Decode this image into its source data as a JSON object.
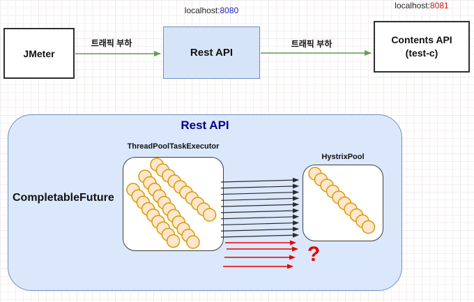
{
  "top": {
    "jmeter_label": "JMeter",
    "rest_label": "Rest API",
    "contents_label_line1": "Contents API",
    "contents_label_line2": "(test-c)",
    "rest_endpoint": {
      "host": "localhost:",
      "port": "8080"
    },
    "contents_endpoint": {
      "host": "localhost:",
      "port": "8081"
    },
    "traffic_label_1": "트래픽 부하",
    "traffic_label_2": "트래픽 부하"
  },
  "detail": {
    "container_title": "Rest API",
    "completable_label": "CompletableFuture",
    "executor_label": "ThreadPoolTaskExecutor",
    "hystrix_label": "HystrixPool",
    "question_mark": "?"
  },
  "diagram": {
    "executor_thread_chains": [
      9,
      11,
      10
    ],
    "hystrix_thread_count": 10,
    "dark_arrow_count": 10,
    "red_arrow_count": 4
  },
  "colors": {
    "node_fill_blue": "#d6e4f7",
    "node_border_blue": "#6c8ebf",
    "container_fill": "#dbe8fc",
    "container_border": "#6c8ebf",
    "plain_border": "#2e2e2e",
    "title_navy": "#00008b",
    "port_blue": "#2222cc",
    "port_red": "#cc1111",
    "green_arrow": "#60a050",
    "dark_arrow": "#2b2b2b",
    "red_arrow": "#e60000",
    "thread_fill": "#ffe6cc",
    "thread_stroke": "#d79b00"
  }
}
